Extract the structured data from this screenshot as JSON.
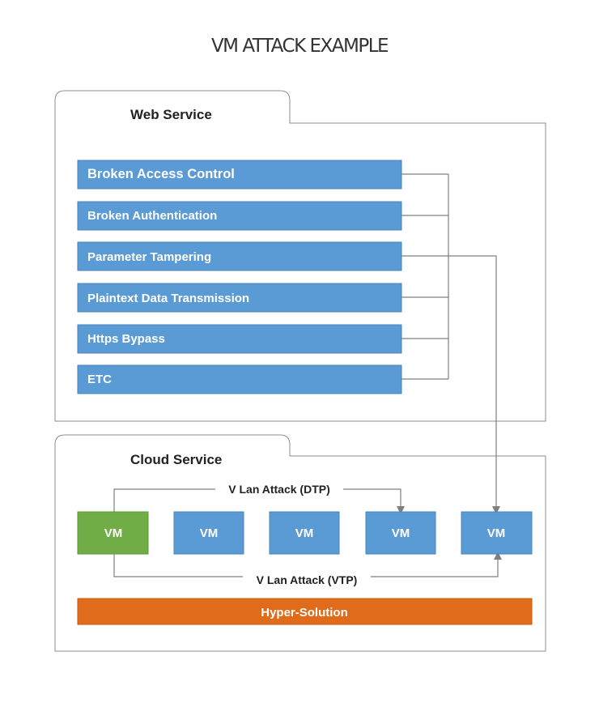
{
  "title": "VM ATTACK EXAMPLE",
  "web_service": {
    "title": "Web Service",
    "items": [
      "Broken Access Control",
      "Broken Authentication",
      "Parameter Tampering",
      "Plaintext Data Transmission",
      "Https Bypass",
      "ETC"
    ]
  },
  "cloud_service": {
    "title": "Cloud Service",
    "vms": [
      "VM",
      "VM",
      "VM",
      "VM",
      "VM"
    ],
    "attack_dtp": "V Lan Attack (DTP)",
    "attack_vtp": "V Lan Attack (VTP)",
    "hyper_solution": "Hyper-Solution"
  },
  "colors": {
    "item_blue": "#5b9bd5",
    "vm_green": "#70ad47",
    "hyper_orange": "#e06b1a"
  }
}
